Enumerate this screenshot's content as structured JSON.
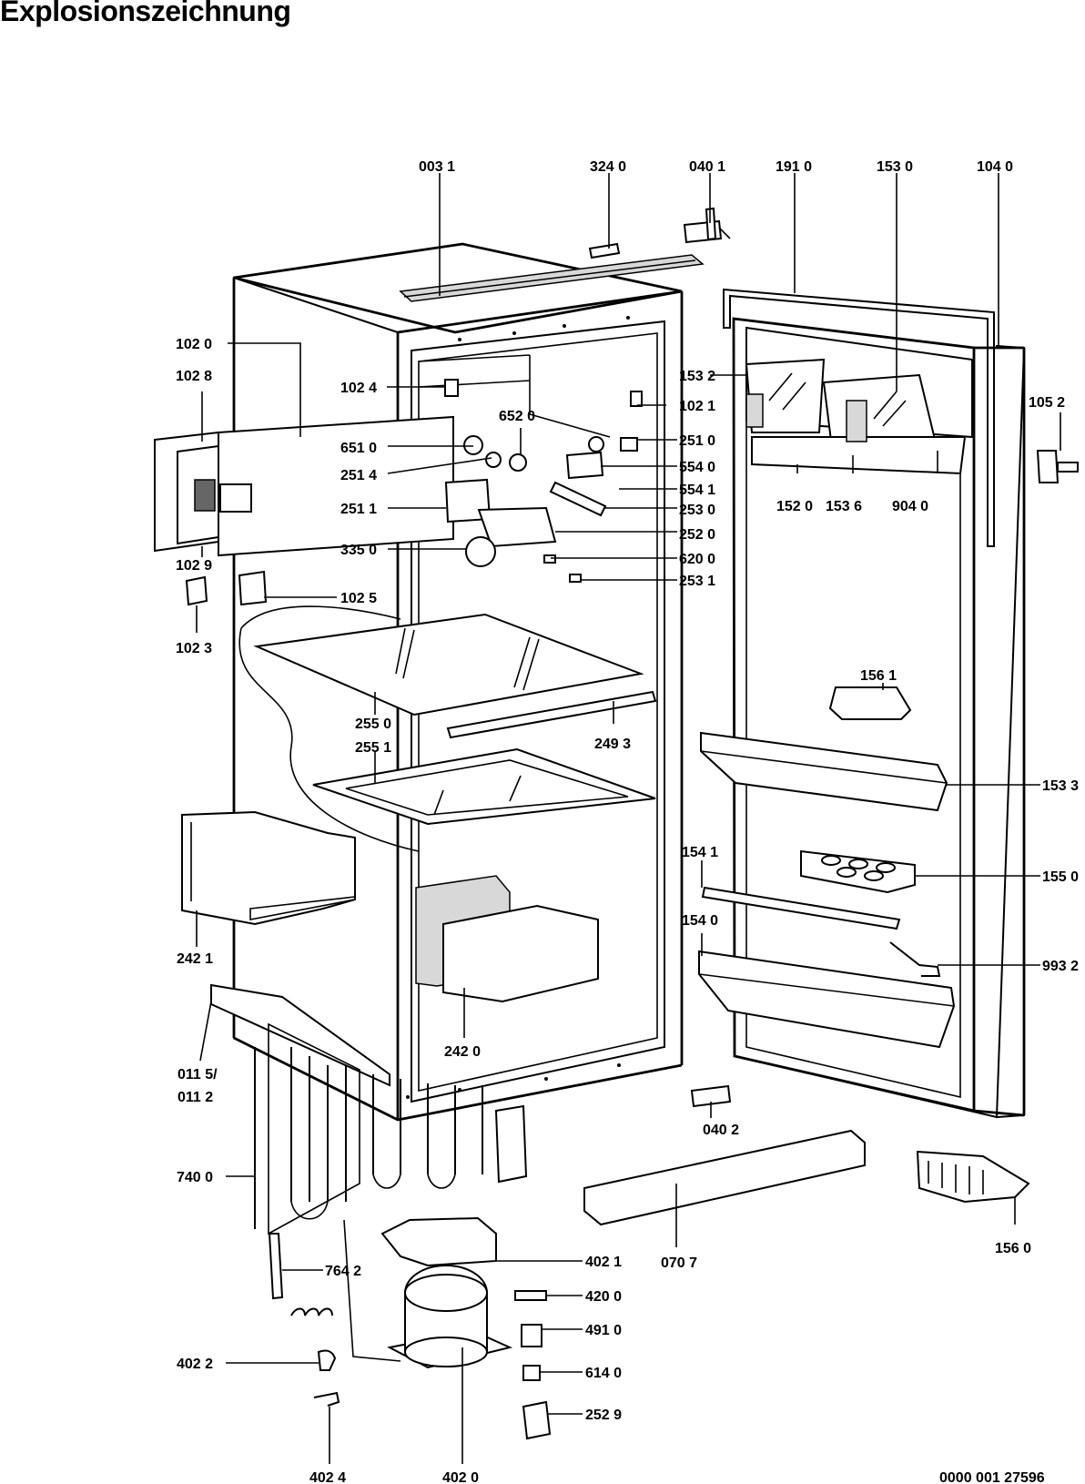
{
  "title": "Explosionszeichnung",
  "document_number": "0000 001 27596",
  "part_labels": [
    "003 1",
    "324 0",
    "040 1",
    "191 0",
    "153 0",
    "104 0",
    "102 0",
    "102 8",
    "102 4",
    "102 1",
    "153 2",
    "105 2",
    "652 0",
    "651 0",
    "251 0",
    "251 4",
    "554 0",
    "554 1",
    "251 1",
    "253 0",
    "252 0",
    "335 0",
    "620 0",
    "253 1",
    "102 9",
    "102 5",
    "102 3",
    "152 0",
    "153 6",
    "904 0",
    "156 1",
    "255 0",
    "249 3",
    "255 1",
    "153 3",
    "154 1",
    "155 0",
    "154 0",
    "993 2",
    "242 1",
    "242 0",
    "011 5/",
    "011 2",
    "040 2",
    "740 0",
    "070 7",
    "156 0",
    "764 2",
    "402 1",
    "420 0",
    "491 0",
    "402 2",
    "614 0",
    "252 9",
    "402 4",
    "402 0"
  ]
}
